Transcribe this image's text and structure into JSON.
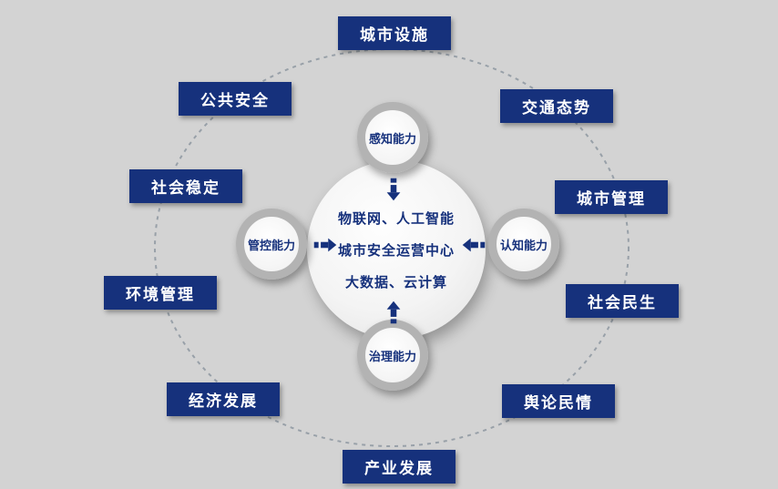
{
  "colors": {
    "background": "#d3d3d3",
    "navy": "#16317c",
    "ring_gray": "#b3b3b3",
    "dash_gray": "#98a0a8"
  },
  "outer_labels": [
    {
      "id": "city-facilities",
      "text": "城市设施"
    },
    {
      "id": "public-safety",
      "text": "公共安全"
    },
    {
      "id": "traffic-situation",
      "text": "交通态势"
    },
    {
      "id": "social-stability",
      "text": "社会稳定"
    },
    {
      "id": "city-management",
      "text": "城市管理"
    },
    {
      "id": "environment-management",
      "text": "环境管理"
    },
    {
      "id": "social-livelihood",
      "text": "社会民生"
    },
    {
      "id": "economic-development",
      "text": "经济发展"
    },
    {
      "id": "public-opinion",
      "text": "舆论民情"
    },
    {
      "id": "industry-development",
      "text": "产业发展"
    }
  ],
  "capabilities": {
    "top": "感知能力",
    "right": "认知能力",
    "bottom": "治理能力",
    "left": "管控能力"
  },
  "center": {
    "line1": "物联网、人工智能",
    "line2": "城市安全运营中心",
    "line3": "大数据、云计算"
  }
}
